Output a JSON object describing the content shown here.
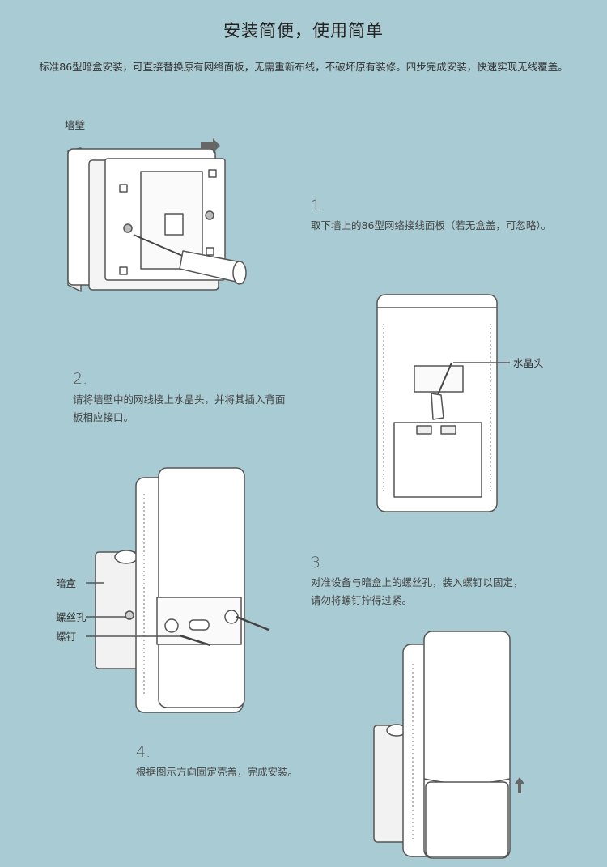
{
  "header": {
    "title": "安装简便，使用简单",
    "subtitle": "标准86型暗盒安装，可直接替换原有网络面板，无需重新布线，不破坏原有装修。四步完成安装，快速实现无线覆盖。"
  },
  "labels": {
    "wall": "墙壁",
    "rj45": "水晶头",
    "box": "暗盒",
    "screw_hole": "螺丝孔",
    "screw": "螺钉"
  },
  "steps": [
    {
      "number": "1.",
      "line1": "取下墙上的86型网络接线面板（若无盒盖，可忽略）。",
      "line2": ""
    },
    {
      "number": "2.",
      "line1": "请将墙壁中的网线接上水晶头，并将其插入背面",
      "line2": "板相应接口。"
    },
    {
      "number": "3.",
      "line1": "对准设备与暗盒上的螺丝孔，装入螺钉以固定，",
      "line2": "请勿将螺钉拧得过紧。"
    },
    {
      "number": "4.",
      "line1": "根据图示方向固定壳盖，完成安装。",
      "line2": ""
    }
  ],
  "colors": {
    "background": "#a9cbd3",
    "device": "#ffffff",
    "outline": "#555555"
  }
}
